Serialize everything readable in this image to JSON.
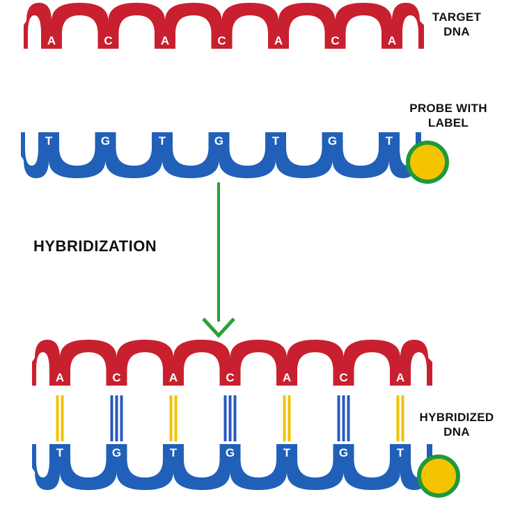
{
  "labels": {
    "target_line1": "TARGET",
    "target_line2": "DNA",
    "probe_line1": "PROBE WITH",
    "probe_line2": "LABEL",
    "hybridization": "HYBRIDIZATION",
    "hybridized_line1": "HYBRIDIZED",
    "hybridized_line2": "DNA"
  },
  "target_sequence": [
    "A",
    "C",
    "A",
    "C",
    "A",
    "C",
    "A"
  ],
  "probe_sequence": [
    "T",
    "G",
    "T",
    "G",
    "T",
    "G",
    "T"
  ],
  "hybrid_target_sequence": [
    "A",
    "C",
    "A",
    "C",
    "A",
    "C",
    "A"
  ],
  "hybrid_probe_sequence": [
    "T",
    "G",
    "T",
    "G",
    "T",
    "G",
    "T"
  ],
  "colors": {
    "target_strand": "#c8202f",
    "probe_strand": "#2060b8",
    "bond_AT": "#f2c200",
    "bond_CG": "#2858c0",
    "label_fill": "#f5c400",
    "label_ring": "#1e9a3a",
    "arrow": "#2aa03a",
    "base_text": "#ffffff"
  }
}
